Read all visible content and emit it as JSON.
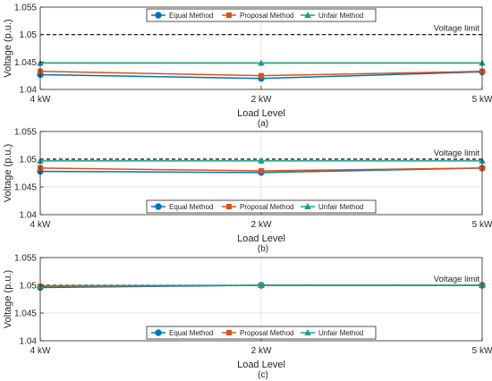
{
  "colors": {
    "equal": "#0072BD",
    "proposal": "#D95319",
    "unfair": "#17A08B",
    "voltage_limit": "#000000",
    "grid": "#DDDDDD",
    "axes": "#262626"
  },
  "chart_data": [
    {
      "type": "line",
      "panel_label": "(a)",
      "categories": [
        "4 kW",
        "2 kW",
        "5 kW"
      ],
      "xlabel": "Load Level",
      "ylabel": "Voltage (p.u.)",
      "ylim": [
        1.04,
        1.055
      ],
      "yticks": [
        "1.04",
        "1.045",
        "1.05",
        "1.055"
      ],
      "grid": true,
      "legend_position": "top-center",
      "series": [
        {
          "name": "Equal Method",
          "marker": "circle",
          "color": "#0072BD",
          "values": [
            1.0427,
            1.042,
            1.0432
          ]
        },
        {
          "name": "Proposal Method",
          "marker": "square",
          "color": "#D95319",
          "values": [
            1.0433,
            1.0425,
            1.0433
          ]
        },
        {
          "name": "Unfair Method",
          "marker": "triangle",
          "color": "#17A08B",
          "values": [
            1.0448,
            1.0448,
            1.0448
          ]
        }
      ],
      "reference_line": {
        "label": "Voltage limit",
        "value": 1.05,
        "style": "dashed"
      }
    },
    {
      "type": "line",
      "panel_label": "(b)",
      "categories": [
        "4 kW",
        "2 kW",
        "5 kW"
      ],
      "xlabel": "Load Level",
      "ylabel": "Voltage (p.u.)",
      "ylim": [
        1.04,
        1.055
      ],
      "yticks": [
        "1.04",
        "1.045",
        "1.05",
        "1.055"
      ],
      "grid": true,
      "legend_position": "bottom-center",
      "series": [
        {
          "name": "Equal Method",
          "marker": "circle",
          "color": "#0072BD",
          "values": [
            1.0478,
            1.0476,
            1.0484
          ]
        },
        {
          "name": "Proposal Method",
          "marker": "square",
          "color": "#D95319",
          "values": [
            1.0484,
            1.0479,
            1.0484
          ]
        },
        {
          "name": "Unfair Method",
          "marker": "triangle",
          "color": "#17A08B",
          "values": [
            1.0497,
            1.0497,
            1.0497
          ]
        }
      ],
      "reference_line": {
        "label": "Voltage limit",
        "value": 1.05,
        "style": "dashed"
      }
    },
    {
      "type": "line",
      "panel_label": "(c)",
      "categories": [
        "4 kW",
        "2 kW",
        "5 kW"
      ],
      "xlabel": "Load Level",
      "ylabel": "Voltage (p.u.)",
      "ylim": [
        1.04,
        1.055
      ],
      "yticks": [
        "1.04",
        "1.045",
        "1.05",
        "1.055"
      ],
      "grid": true,
      "legend_position": "bottom-center",
      "series": [
        {
          "name": "Equal Method",
          "marker": "circle",
          "color": "#0072BD",
          "values": [
            1.0496,
            1.05,
            1.05
          ]
        },
        {
          "name": "Proposal Method",
          "marker": "square",
          "color": "#D95319",
          "values": [
            1.0498,
            1.05,
            1.05
          ]
        },
        {
          "name": "Unfair Method",
          "marker": "triangle",
          "color": "#17A08B",
          "values": [
            1.0499,
            1.05,
            1.05
          ]
        }
      ],
      "reference_line": {
        "label": "Voltage limit",
        "value": 1.05,
        "style": "dashed"
      }
    }
  ]
}
